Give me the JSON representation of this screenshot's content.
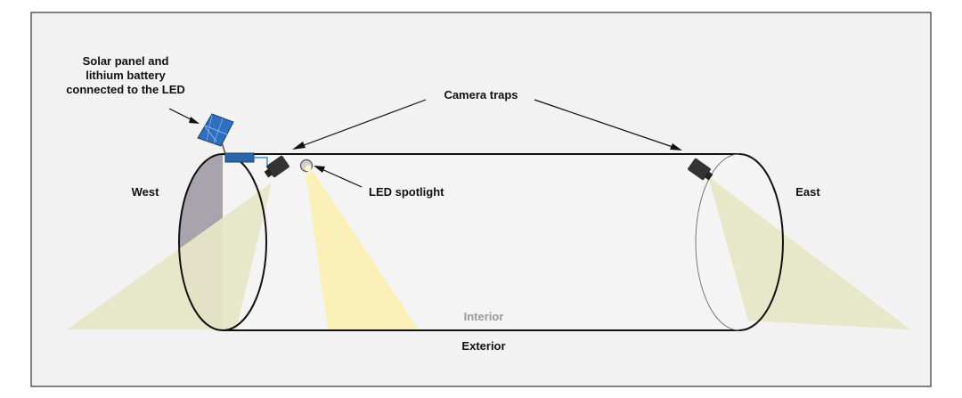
{
  "labels": {
    "solar_line1": "Solar panel and",
    "solar_line2": "lithium battery",
    "solar_line3": "connected to the LED",
    "camera_traps": "Camera traps",
    "led_spotlight": "LED spotlight",
    "west": "West",
    "east": "East",
    "interior": "Interior",
    "exterior": "Exterior"
  },
  "colors": {
    "frame_border": "#333333",
    "frame_fill": "#f2f2f2",
    "cylinder_outline": "#111111",
    "west_face": "#a9a3ad",
    "camera_beam": "#e6e6c7",
    "led_beam": "#fbefb4",
    "solar_panel": "#2f6fbf",
    "battery": "#2a66a8",
    "camera_body": "#333333"
  }
}
